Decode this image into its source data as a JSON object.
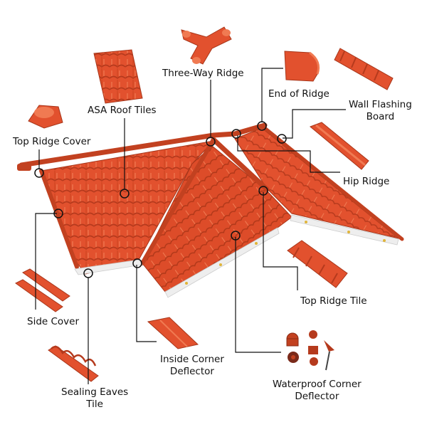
{
  "colors": {
    "tile": "#e2512e",
    "tile_dark": "#b53a1d",
    "tile_light": "#f07a52",
    "leader": "#111111",
    "fascia": "#eeeeee"
  },
  "labels": {
    "three_way_ridge": "Three-Way Ridge",
    "asa_roof_tiles": "ASA Roof Tiles",
    "end_of_ridge": "End of Ridge",
    "wall_flashing_board_1": "Wall Flashing",
    "wall_flashing_board_2": "Board",
    "top_ridge_cover": "Top Ridge Cover",
    "hip_ridge": "Hip Ridge",
    "top_ridge_tile": "Top Ridge Tile",
    "side_cover": "Side Cover",
    "inside_corner_deflector_1": "Inside Corner",
    "inside_corner_deflector_2": "Deflector",
    "waterproof_corner_deflector_1": "Waterproof Corner",
    "waterproof_corner_deflector_2": "Deflector",
    "sealing_eaves_tile_1": "Sealing Eaves",
    "sealing_eaves_tile_2": "Tile"
  }
}
